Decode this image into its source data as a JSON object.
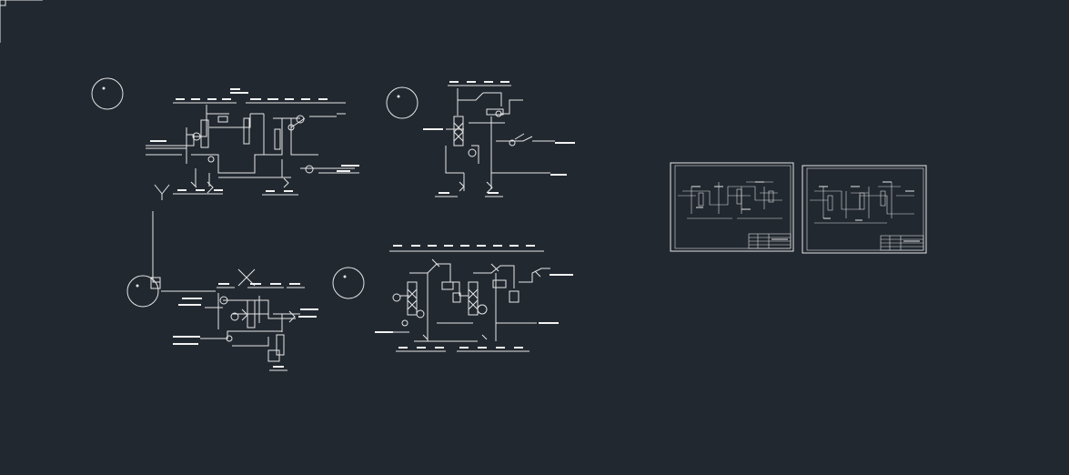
{
  "viewport": {
    "background_color": "#212830",
    "line_color": "#e6e6e6"
  },
  "drawings": [
    {
      "id": "scheme-1",
      "marker_icon": "circle-marker-icon"
    },
    {
      "id": "scheme-2",
      "marker_icon": "circle-marker-icon"
    },
    {
      "id": "scheme-3",
      "marker_icon": "circle-marker-icon"
    },
    {
      "id": "scheme-4",
      "marker_icon": "circle-marker-icon"
    }
  ],
  "sheets": [
    {
      "id": "sheet-1",
      "has_title_block": true
    },
    {
      "id": "sheet-2",
      "has_title_block": true
    }
  ],
  "icons": {
    "ucs": "ucs-axis-icon",
    "cross": "cross-mark-icon",
    "fork": "fork-symbol-icon"
  }
}
